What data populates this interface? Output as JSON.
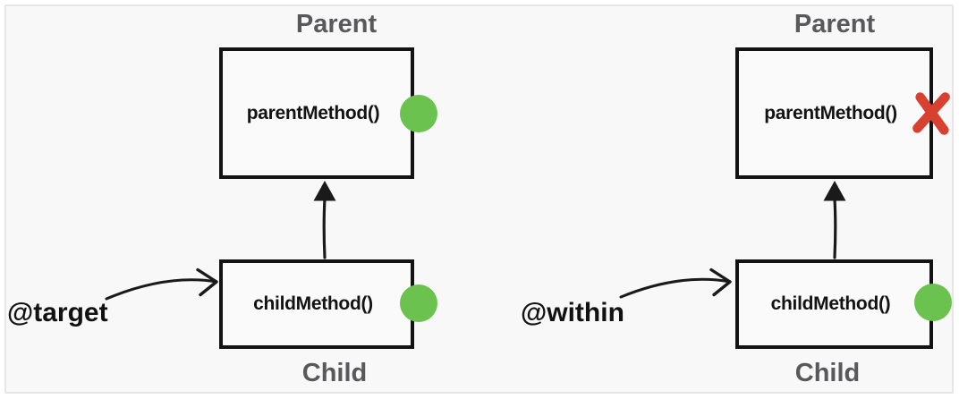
{
  "panels": {
    "left": {
      "pointcut_label": "@target",
      "parent": {
        "class_name": "Parent",
        "method_label": "parentMethod()",
        "indicator_icon": "green-circle-icon",
        "indicator_class": "indicator pass"
      },
      "child": {
        "class_name": "Child",
        "method_label": "childMethod()",
        "indicator_icon": "green-circle-icon",
        "indicator_class": "indicator pass"
      }
    },
    "right": {
      "pointcut_label": "@within",
      "parent": {
        "class_name": "Parent",
        "method_label": "parentMethod()",
        "indicator_icon": "red-x-icon",
        "indicator_class": "indicator fail"
      },
      "child": {
        "class_name": "Child",
        "method_label": "childMethod()",
        "indicator_icon": "green-circle-icon",
        "indicator_class": "indicator pass"
      }
    }
  },
  "icons": {
    "advised_indicator": "green-circle-icon",
    "not_advised_indicator": "red-x-icon",
    "inheritance_arrow": "up-arrow-icon",
    "pointcut_pointer": "curved-right-arrow-icon"
  },
  "colors": {
    "advised_green": "#6cc24e",
    "not_advised_red": "#d8402f",
    "class_label_gray": "#59595b",
    "line_black": "#1a1a1a",
    "panel_background": "#f8f8f8",
    "panel_border": "#e6e6e8"
  }
}
